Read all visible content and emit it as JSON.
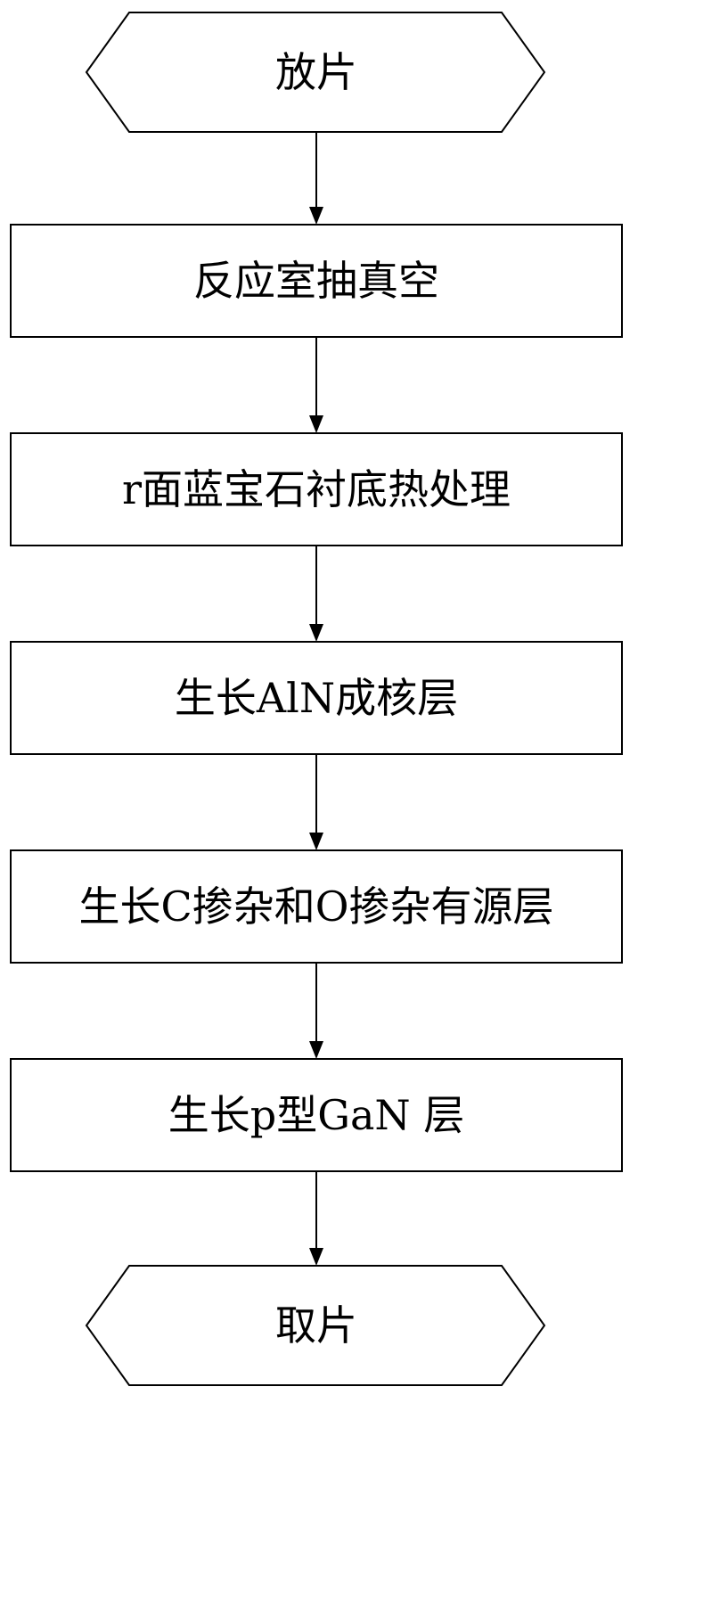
{
  "diagram": {
    "nodes": [
      {
        "id": "start",
        "shape": "terminal",
        "label": "放片"
      },
      {
        "id": "step1",
        "shape": "process",
        "label": "反应室抽真空"
      },
      {
        "id": "step2",
        "shape": "process",
        "label": "r面蓝宝石衬底热处理"
      },
      {
        "id": "step3",
        "shape": "process",
        "label": "生长AlN成核层"
      },
      {
        "id": "step4",
        "shape": "process",
        "label": "生长C掺杂和O掺杂有源层"
      },
      {
        "id": "step5",
        "shape": "process",
        "label": "生长p型GaN 层"
      },
      {
        "id": "end",
        "shape": "terminal",
        "label": "取片"
      }
    ],
    "edges": [
      {
        "from": "start",
        "to": "step1"
      },
      {
        "from": "step1",
        "to": "step2"
      },
      {
        "from": "step2",
        "to": "step3"
      },
      {
        "from": "step3",
        "to": "step4"
      },
      {
        "from": "step4",
        "to": "step5"
      },
      {
        "from": "step5",
        "to": "end"
      }
    ]
  }
}
